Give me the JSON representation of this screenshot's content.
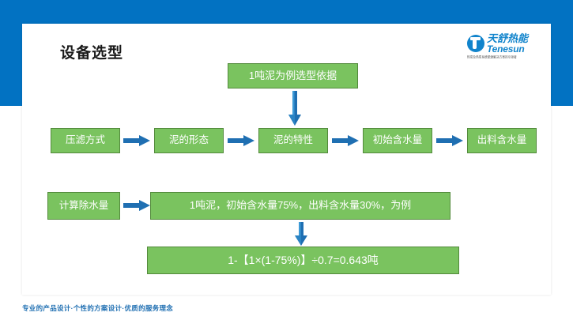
{
  "slide": {
    "title": "设备选型",
    "footer": "专业的产品设计·个性的方案设计·优质的服务理念"
  },
  "logo": {
    "mark_icon": "tenesun-circle-logo-icon",
    "cn_name": "天舒热能",
    "en_name": "Tenesun",
    "tagline": "热泵及热泵系统能源解决方案的引领者"
  },
  "diagram": {
    "basis_box": "1吨泥为例选型依据",
    "row1": [
      {
        "label": "压滤方式"
      },
      {
        "label": "泥的形态"
      },
      {
        "label": "泥的特性"
      },
      {
        "label": "初始含水量"
      },
      {
        "label": "出料含水量"
      }
    ],
    "row2": {
      "left": "计算除水量",
      "right": "1吨泥，初始含水量75%，出料含水量30%，为例"
    },
    "result": "1-【1×(1-75%)】÷0.7=0.643吨",
    "arrows": {
      "right_icon": "arrow-right-icon",
      "down_icon": "arrow-down-icon"
    }
  },
  "colors": {
    "brand_blue": "#0272c2",
    "logo_blue": "#1184cc",
    "box_green": "#7ac35f",
    "box_green_border": "#538a3c",
    "arrow_blue": "#1f6fb2",
    "footer_blue": "#1f6fb2"
  }
}
